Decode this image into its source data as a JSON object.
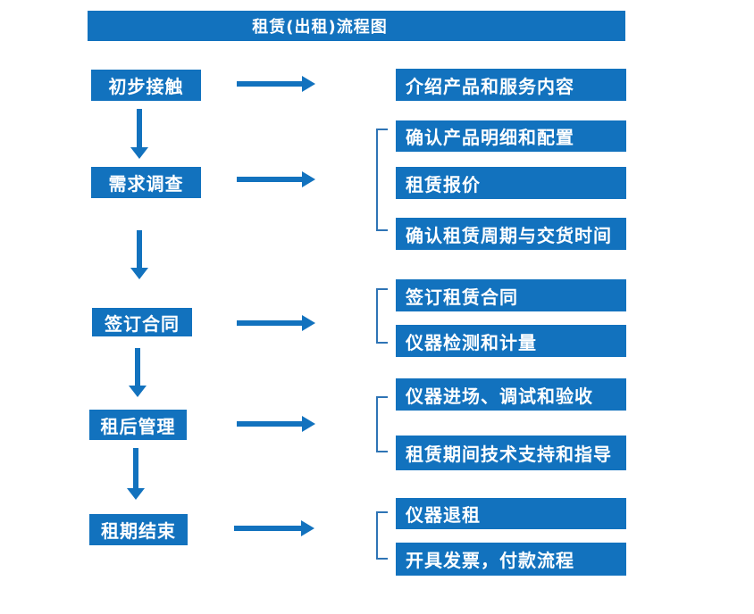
{
  "title": "租赁(出租)流程图",
  "colors": {
    "primary_blue": "#1272BE",
    "connector_blue": "#2E74B5",
    "text_white": "#FFFFFF",
    "background": "#FFFFFF"
  },
  "stages": [
    {
      "label": "初步接触",
      "details": [
        "介绍产品和服务内容"
      ]
    },
    {
      "label": "需求调查",
      "details": [
        "确认产品明细和配置",
        "租赁报价",
        "确认租赁周期与交货时间"
      ]
    },
    {
      "label": "签订合同",
      "details": [
        "签订租赁合同",
        "仪器检测和计量"
      ]
    },
    {
      "label": "租后管理",
      "details": [
        "仪器进场、调试和验收",
        "租赁期间技术支持和指导"
      ]
    },
    {
      "label": "租期结束",
      "details": [
        "仪器退租",
        "开具发票，付款流程"
      ]
    }
  ]
}
